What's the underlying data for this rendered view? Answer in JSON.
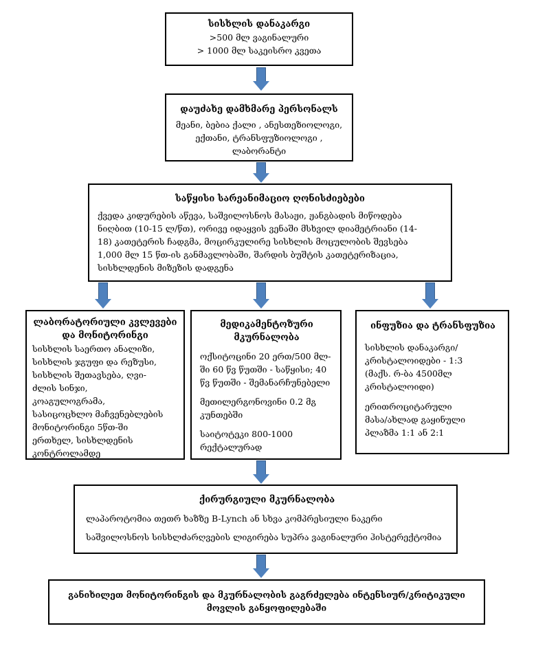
{
  "box1": {
    "title": "სისხლის დანაკარგი",
    "lines": [
      ">500 მლ ვაგინალური",
      "> 1000 მლ საკეისრო კვეთა"
    ]
  },
  "box2": {
    "title": "დაუძახე დამხმარე პერსონალს",
    "lines": [
      "მეანი, ბებია ქალი , ანესთეზიოლოგი,",
      "ექთანი, ტრანსფუზიოლოგი ,",
      "ლაბორანტი"
    ]
  },
  "box3": {
    "title": "საწყისი სარეანიმაციო ღონისძიებები",
    "lines": [
      "ქვედა კიდურების აწევა, საშვილოსნოს მასაჟი, ჟანგბადის მიწოდება",
      "ნიღბით (10-15 ლ/წთ), ორივე იდაყვის ვენაში მსხვილ დიამეტრიანი (14-",
      "18) კათეტერის ჩადგმა, მოცირკულირე სისხლის მოცულობის შევსება",
      "1,000 მლ 15 წთ-ის განმავლობაში, შარდის ბუშტის კათეტერიზაცია,",
      "სისხლდენის მიზეზის დადგენა"
    ]
  },
  "box4": {
    "title_lines": [
      "ლაბორატორიული კვლევები",
      "და მონიტორინგი"
    ],
    "lines": [
      "სისხლის საერთო ანალიზი,",
      "სისხლის ჯგუფი და რეზუსი,",
      "სისხლის შეთავსება, ღვი-",
      "ძლის სინჯი,",
      "კოაგულოგრამა,",
      "სასიცოცხლო მაჩვენებლების",
      "მონიტორინგი 5წთ-ში",
      "ერთხელ, სისხლდენის",
      "კონტროლამდე"
    ]
  },
  "box5": {
    "title_lines": [
      "მედიკამენტოზური",
      "მკურნალობა"
    ],
    "para1": [
      "ოქსიტოცინი 20 ერთ/500 მლ-",
      "ში 60 წვ წუთში - საწყისი; 40",
      "წვ წუთში - შემანარჩუნებელი"
    ],
    "para2": [
      "მეთილერგონოვინი 0.2 მგ",
      "კუნთებში"
    ],
    "para3": [
      "საიტოტეკი 800-1000",
      "რექტალურად"
    ]
  },
  "box6": {
    "title": "ინფუზია და ტრანსფუზია",
    "para1": [
      "სისხლის დანაკარგი/",
      "კრისტალოიდები - 1:3",
      "(მაქს. რ-ბა 4500მლ",
      "კრისტალოიდი)"
    ],
    "para2": [
      "ერითროციტარული",
      "მასა/ახლად გაყინული",
      "პლაზმა 1:1 ან 2:1"
    ]
  },
  "box7": {
    "title": "ქირურგიული მკურნალობა",
    "line1": "ლაპაროტომია თეთრ ხაზზე B-Lynch ან სხვა კომპრესიული ნაკერი",
    "line2": "საშვილოსნოს სისხლძარღვების ლიგირება სუპრა ვაგინალური ჰისტერექტომია"
  },
  "box8": {
    "title_lines": [
      "განიხილეთ მონიტორინგის და მკურნალობის გაგრძელება ინტენსიურ/კრიტიკული",
      "მოვლის განყოფილებაში"
    ]
  },
  "colors": {
    "arrow_fill": "#4f81bd",
    "arrow_border": "#385d8a",
    "box_border": "#000000"
  }
}
